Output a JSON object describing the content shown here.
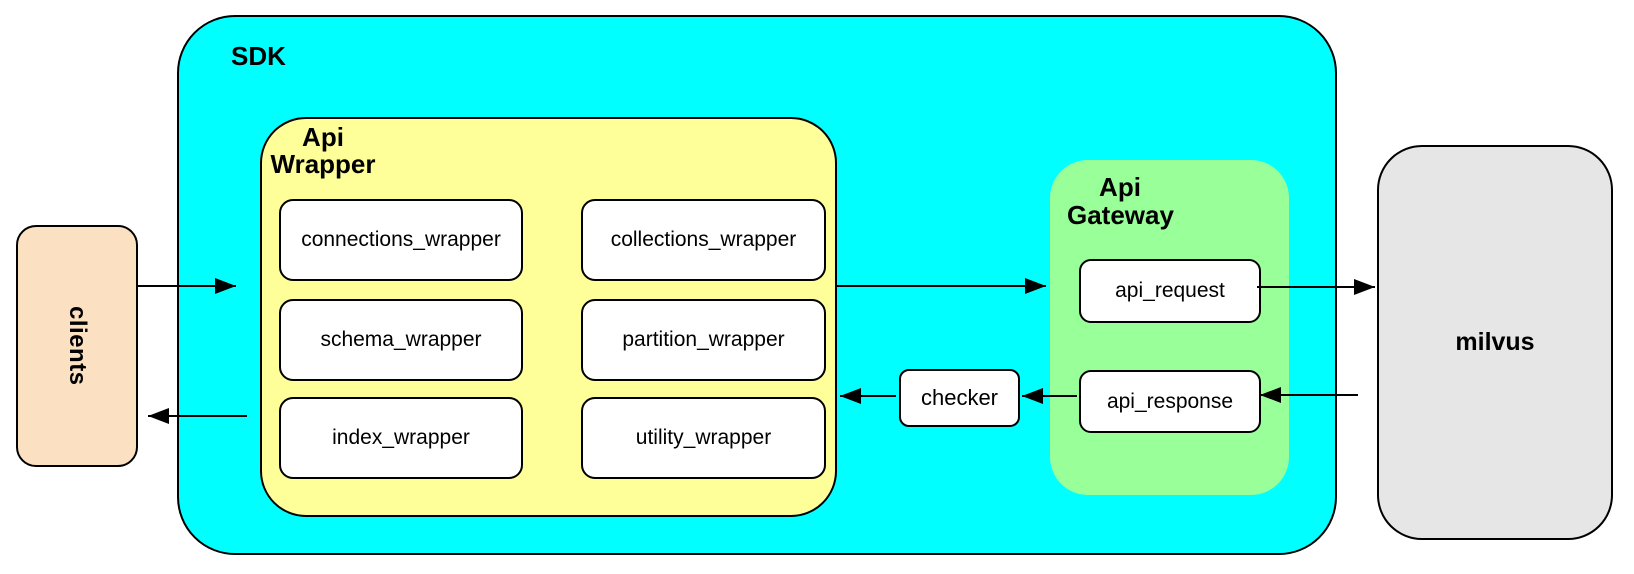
{
  "colors": {
    "sdk_fill": "#00FFFF",
    "api_wrapper_fill": "#FFFF99",
    "api_gateway_fill": "#99FF99",
    "clients_fill": "#FBE1C2",
    "milvus_fill": "#E6E6E6",
    "module_fill": "#FFFFFF",
    "border": "#000000"
  },
  "nodes": {
    "clients": {
      "label": "clients"
    },
    "sdk": {
      "label": "SDK"
    },
    "api_wrapper": {
      "label": "Api Wrapper",
      "modules": [
        "connections_wrapper",
        "collections_wrapper",
        "schema_wrapper",
        "partition_wrapper",
        "index_wrapper",
        "utility_wrapper"
      ]
    },
    "checker": {
      "label": "checker"
    },
    "api_gateway": {
      "label": "Api Gateway",
      "modules": [
        "api_request",
        "api_response"
      ]
    },
    "milvus": {
      "label": "milvus"
    }
  }
}
